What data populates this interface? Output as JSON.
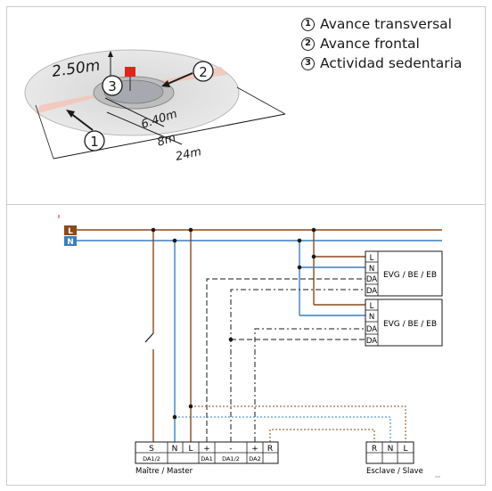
{
  "legend": [
    {
      "num": "1",
      "label": "Avance transversal"
    },
    {
      "num": "2",
      "label": "Avance frontal"
    },
    {
      "num": "3",
      "label": "Actividad sedentaria"
    }
  ],
  "range": {
    "height": "2.50m",
    "d1": "6.40m",
    "d2": "8m",
    "d3": "24m",
    "m1": "1",
    "m2": "2",
    "m3": "3"
  },
  "bus": {
    "L": "L",
    "N": "N"
  },
  "master": {
    "terminals_top": [
      "S",
      "N",
      "L",
      "+",
      "-",
      "+",
      "R"
    ],
    "terminals_bottom": [
      "DA1/2",
      "DA1",
      "DA1/2",
      "DA2"
    ],
    "label": "Maître / Master"
  },
  "slave": {
    "terminals_top": [
      "R",
      "N",
      "L"
    ],
    "label": "Esclave / Slave"
  },
  "ballast": {
    "label": "EVG / BE / EB",
    "terminals": [
      "L",
      "N",
      "DA",
      "DA"
    ]
  },
  "colors": {
    "phase": "#8b4a1a",
    "neutral": "#3a7fc0",
    "accent_red": "#e2231a"
  }
}
